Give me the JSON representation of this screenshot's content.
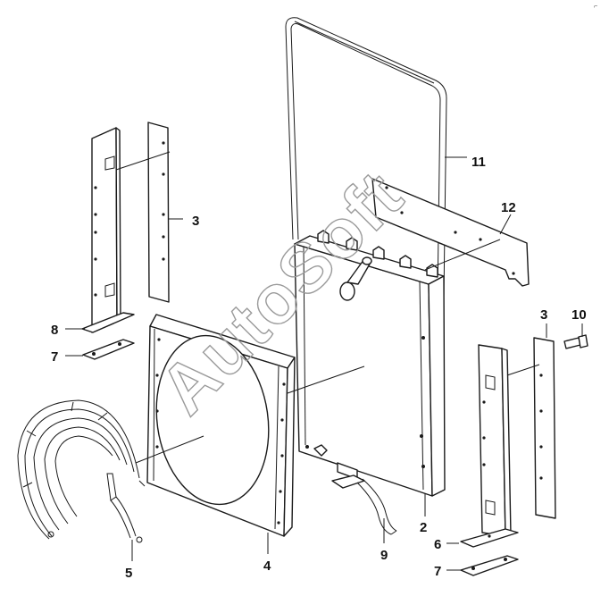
{
  "diagram": {
    "watermark": "AutoSoft",
    "corner_mark": "⌐",
    "callouts": [
      {
        "id": "callout-11",
        "label": "11"
      },
      {
        "id": "callout-12",
        "label": "12"
      },
      {
        "id": "callout-3-left",
        "label": "3"
      },
      {
        "id": "callout-3-right",
        "label": "3"
      },
      {
        "id": "callout-10",
        "label": "10"
      },
      {
        "id": "callout-8",
        "label": "8"
      },
      {
        "id": "callout-7-left",
        "label": "7"
      },
      {
        "id": "callout-5",
        "label": "5"
      },
      {
        "id": "callout-4",
        "label": "4"
      },
      {
        "id": "callout-2",
        "label": "2"
      },
      {
        "id": "callout-9",
        "label": "9"
      },
      {
        "id": "callout-6",
        "label": "6"
      },
      {
        "id": "callout-7-right",
        "label": "7"
      }
    ]
  }
}
